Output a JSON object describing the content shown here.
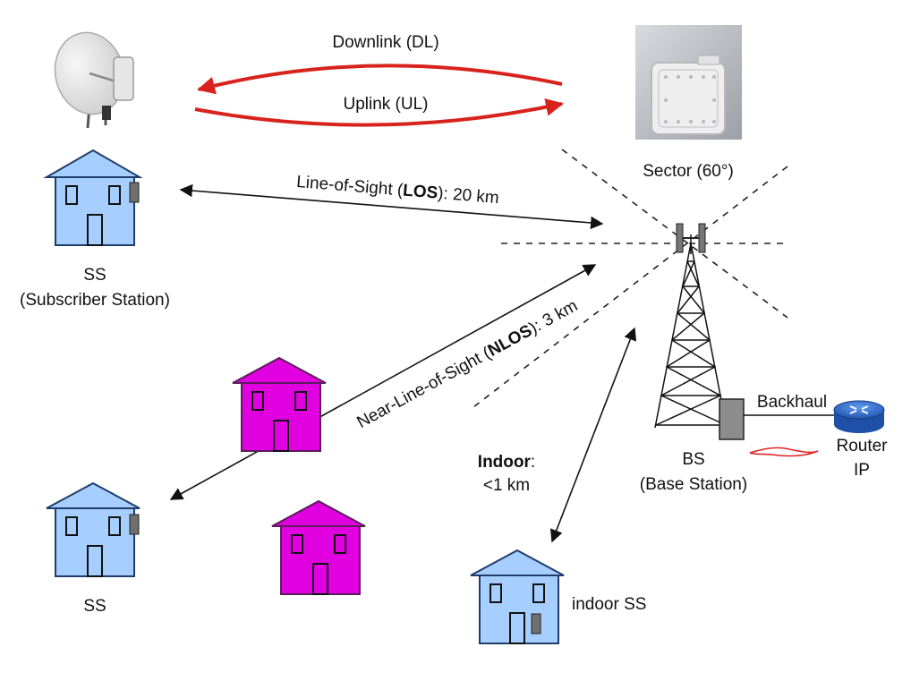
{
  "colors": {
    "link_arrow": "#d8231d",
    "house_blue": "#a6cfff",
    "house_magenta": "#e000e0",
    "house_outline": "#1f3d6b",
    "router_blue": "#2f6fd0",
    "black": "#111111"
  },
  "links": {
    "downlink": "Downlink (DL)",
    "uplink": "Uplink (UL)"
  },
  "sector": {
    "label": "Sector (60°)"
  },
  "los": {
    "prefix": "Line-of-Sight (",
    "abbr": "LOS",
    "suffix": "): 20 km"
  },
  "nlos": {
    "prefix": "Near-Line-of-Sight (",
    "abbr": "NLOS",
    "suffix": "): 3 km"
  },
  "indoor": {
    "title": "Indoor",
    "title_suffix": ":",
    "range": "<1 km"
  },
  "stations": {
    "ss_top_line1": "SS",
    "ss_top_line2": "(Subscriber Station)",
    "ss_bottom": "SS",
    "indoor_ss": "indoor SS",
    "bs_line1": "BS",
    "bs_line2": "(Base Station)"
  },
  "backhaul": {
    "label": "Backhaul"
  },
  "router": {
    "line1": "Router",
    "line2": "IP"
  },
  "icons": [
    "satellite-dish-icon",
    "sector-antenna-icon",
    "house-icon",
    "tower-icon",
    "router-icon"
  ]
}
